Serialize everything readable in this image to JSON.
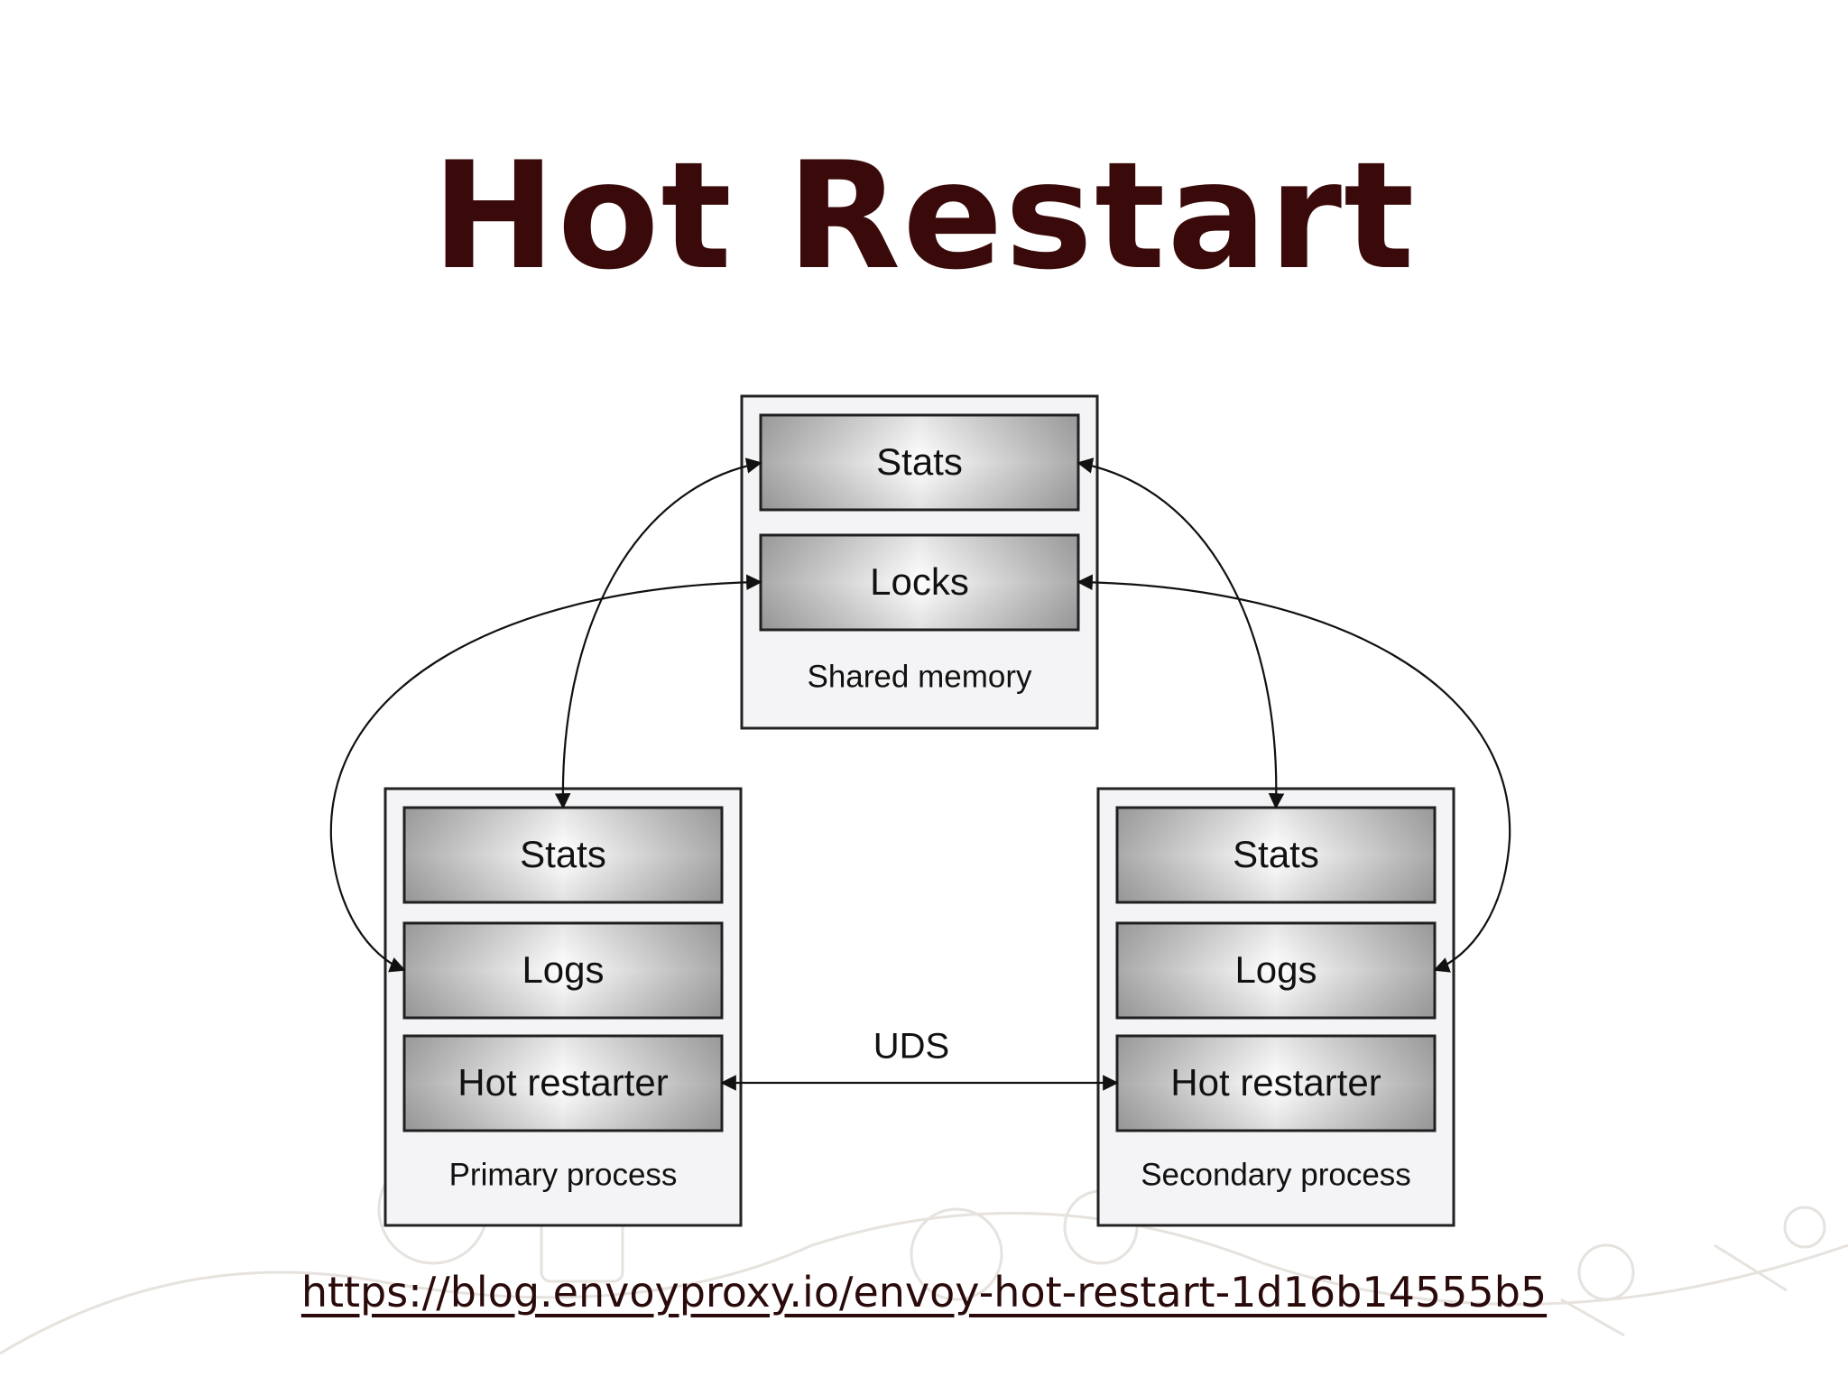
{
  "title": "Hot Restart",
  "diagram": {
    "shared_memory": {
      "caption": "Shared memory",
      "blocks": [
        "Stats",
        "Locks"
      ]
    },
    "primary_process": {
      "caption": "Primary process",
      "blocks": [
        "Stats",
        "Logs",
        "Hot restarter"
      ]
    },
    "secondary_process": {
      "caption": "Secondary process",
      "blocks": [
        "Stats",
        "Logs",
        "Hot restarter"
      ]
    },
    "connection_label": "UDS"
  },
  "link": "https://blog.envoyproxy.io/envoy-hot-restart-1d16b14555b5",
  "colors": {
    "title": "#3a0a0a",
    "container_fill": "#f4f3f5",
    "block_stroke": "#222222"
  }
}
